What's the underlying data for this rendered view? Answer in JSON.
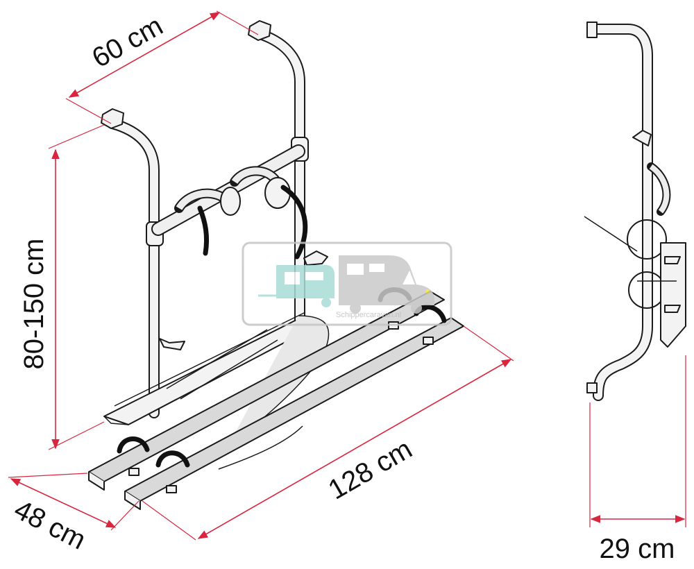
{
  "dimensions": {
    "width_top": "60 cm",
    "height": "80-150 cm",
    "depth": "48 cm",
    "length": "128 cm",
    "side_depth": "29 cm"
  },
  "watermark": {
    "text": "Schippercaravan.nl",
    "colors": {
      "caravan": "#a9dcd6",
      "motorhome": "#c9c9c9",
      "frame": "#c4c4c4"
    }
  },
  "colors": {
    "dimension_line": "#d7263d",
    "outline": "#1a1a1a"
  }
}
